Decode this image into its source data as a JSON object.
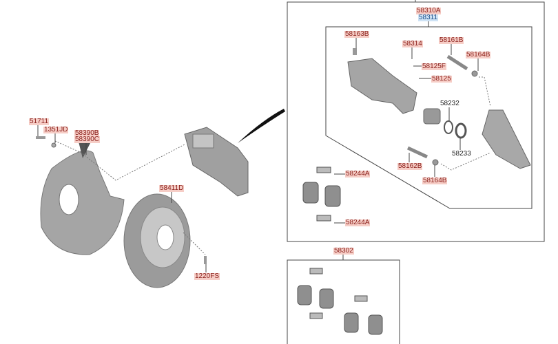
{
  "colors": {
    "label_bg": "#f6cdc6",
    "label_text": "#8a1f1a",
    "alt_label_bg": "#cfe3f5",
    "part_gray": "#9a9a9a"
  },
  "caliper_assembly": {
    "part_main": "58310A",
    "part_alt": "58311",
    "parts": {
      "bolt_upper": "58163B",
      "bleeder": "58314",
      "guide_pin_upper": "58161B",
      "boot_upper": "58164B",
      "bleeder_cap": "58125F",
      "spring": "58125",
      "piston_seal": "58232",
      "piston_boot": "58233",
      "guide_pin_lower": "58162B",
      "boot_lower": "58164B"
    },
    "pad_clip_upper": "58244A",
    "pad_clip_lower": "58244A"
  },
  "pad_kit": "58302",
  "left_group": {
    "bolt": "51711",
    "washer": "1351JD",
    "dust_cover_1": "58390B",
    "dust_cover_2": "58390C",
    "disc": "58411D",
    "screw": "1220FS"
  }
}
